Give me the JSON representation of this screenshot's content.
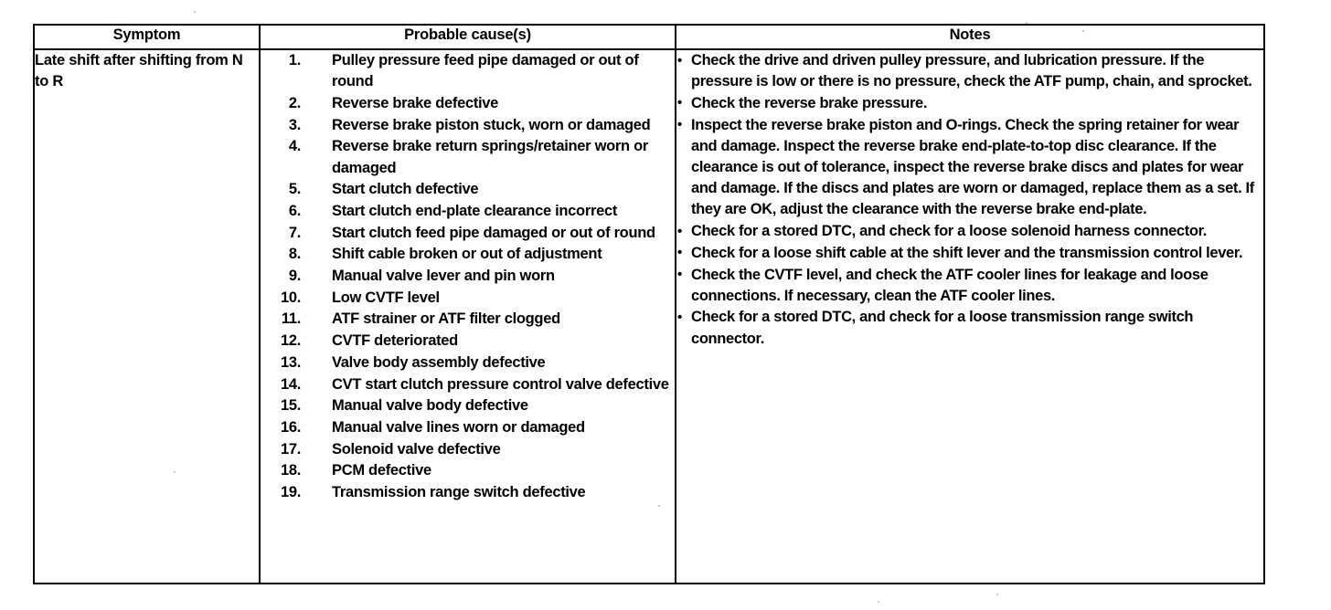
{
  "document": {
    "type": "service-manual-troubleshooting-table",
    "columns": [
      "Symptom",
      "Probable cause(s)",
      "Notes"
    ]
  },
  "table": {
    "headers": {
      "symptom": "Symptom",
      "cause": "Probable cause(s)",
      "notes": "Notes"
    },
    "row": {
      "symptom": "Late shift after shifting from N to R",
      "causes": [
        {
          "num": "1.",
          "text": "Pulley pressure feed pipe damaged or out of round"
        },
        {
          "num": "2.",
          "text": "Reverse brake defective"
        },
        {
          "num": "3.",
          "text": "Reverse brake piston stuck, worn or damaged"
        },
        {
          "num": "4.",
          "text": "Reverse brake return springs/retainer worn or damaged"
        },
        {
          "num": "5.",
          "text": "Start clutch defective"
        },
        {
          "num": "6.",
          "text": "Start clutch end-plate clearance incorrect"
        },
        {
          "num": "7.",
          "text": "Start clutch feed pipe damaged or out of round"
        },
        {
          "num": "8.",
          "text": "Shift cable broken or out of adjustment"
        },
        {
          "num": "9.",
          "text": "Manual valve lever and pin worn"
        },
        {
          "num": "10.",
          "text": "Low CVTF level"
        },
        {
          "num": "11.",
          "text": "ATF strainer or ATF filter clogged"
        },
        {
          "num": "12.",
          "text": "CVTF deteriorated"
        },
        {
          "num": "13.",
          "text": "Valve body assembly defective"
        },
        {
          "num": "14.",
          "text": "CVT start clutch pressure control valve defective"
        },
        {
          "num": "15.",
          "text": "Manual valve body defective"
        },
        {
          "num": "16.",
          "text": "Manual valve lines worn or damaged"
        },
        {
          "num": "17.",
          "text": "Solenoid valve defective"
        },
        {
          "num": "18.",
          "text": "PCM defective"
        },
        {
          "num": "19.",
          "text": "Transmission range switch defective"
        }
      ],
      "notes": [
        {
          "bullet": "•",
          "text": "Check the drive and driven pulley pressure, and lubrication pressure. If the pressure is low or there is no pressure, check the ATF pump, chain, and sprocket."
        },
        {
          "bullet": "•",
          "text": "Check the reverse brake pressure."
        },
        {
          "bullet": "•",
          "text": "Inspect the reverse brake piston and O-rings. Check the spring retainer for wear and damage. Inspect the reverse brake end-plate-to-top disc clearance. If the clearance is out of tolerance, inspect the reverse brake discs and plates for wear and damage. If the discs and plates are worn or damaged, replace them as a set. If they are OK, adjust the clearance with the reverse brake end-plate."
        },
        {
          "bullet": "•",
          "text": "Check for a stored DTC, and check for a loose solenoid harness connector."
        },
        {
          "bullet": "•",
          "text": "Check for a loose shift cable at the shift lever and the transmission control lever."
        },
        {
          "bullet": "•",
          "text": "Check the CVTF level, and check the ATF cooler lines for leakage and loose connections. If necessary, clean the ATF cooler lines."
        },
        {
          "bullet": "•",
          "text": "Check for a stored DTC, and check for a loose transmission range switch connector."
        }
      ]
    }
  },
  "colors": {
    "page_background": "#ffffff",
    "text": "#000000",
    "border": "#000000"
  }
}
